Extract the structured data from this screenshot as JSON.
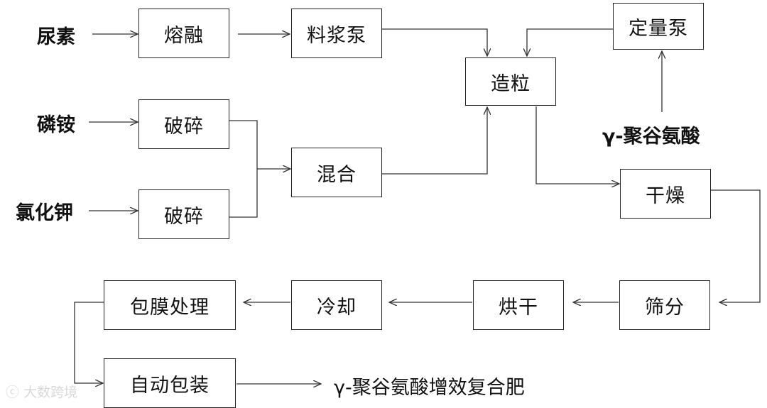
{
  "inputs": {
    "urea": "尿素",
    "map": "磷铵",
    "kcl": "氯化钾",
    "pga": "γ-聚谷氨酸"
  },
  "steps": {
    "melt": "熔融",
    "slurry_pump": "料浆泵",
    "metering_pump": "定量泵",
    "granulate": "造粒",
    "crush_1": "破碎",
    "crush_2": "破碎",
    "mix": "混合",
    "dry": "干燥",
    "screen": "筛分",
    "bake": "烘干",
    "cool": "冷却",
    "coat": "包膜处理",
    "pack": "自动包装"
  },
  "output": "γ-聚谷氨酸增效复合肥",
  "watermark": "大数跨境"
}
